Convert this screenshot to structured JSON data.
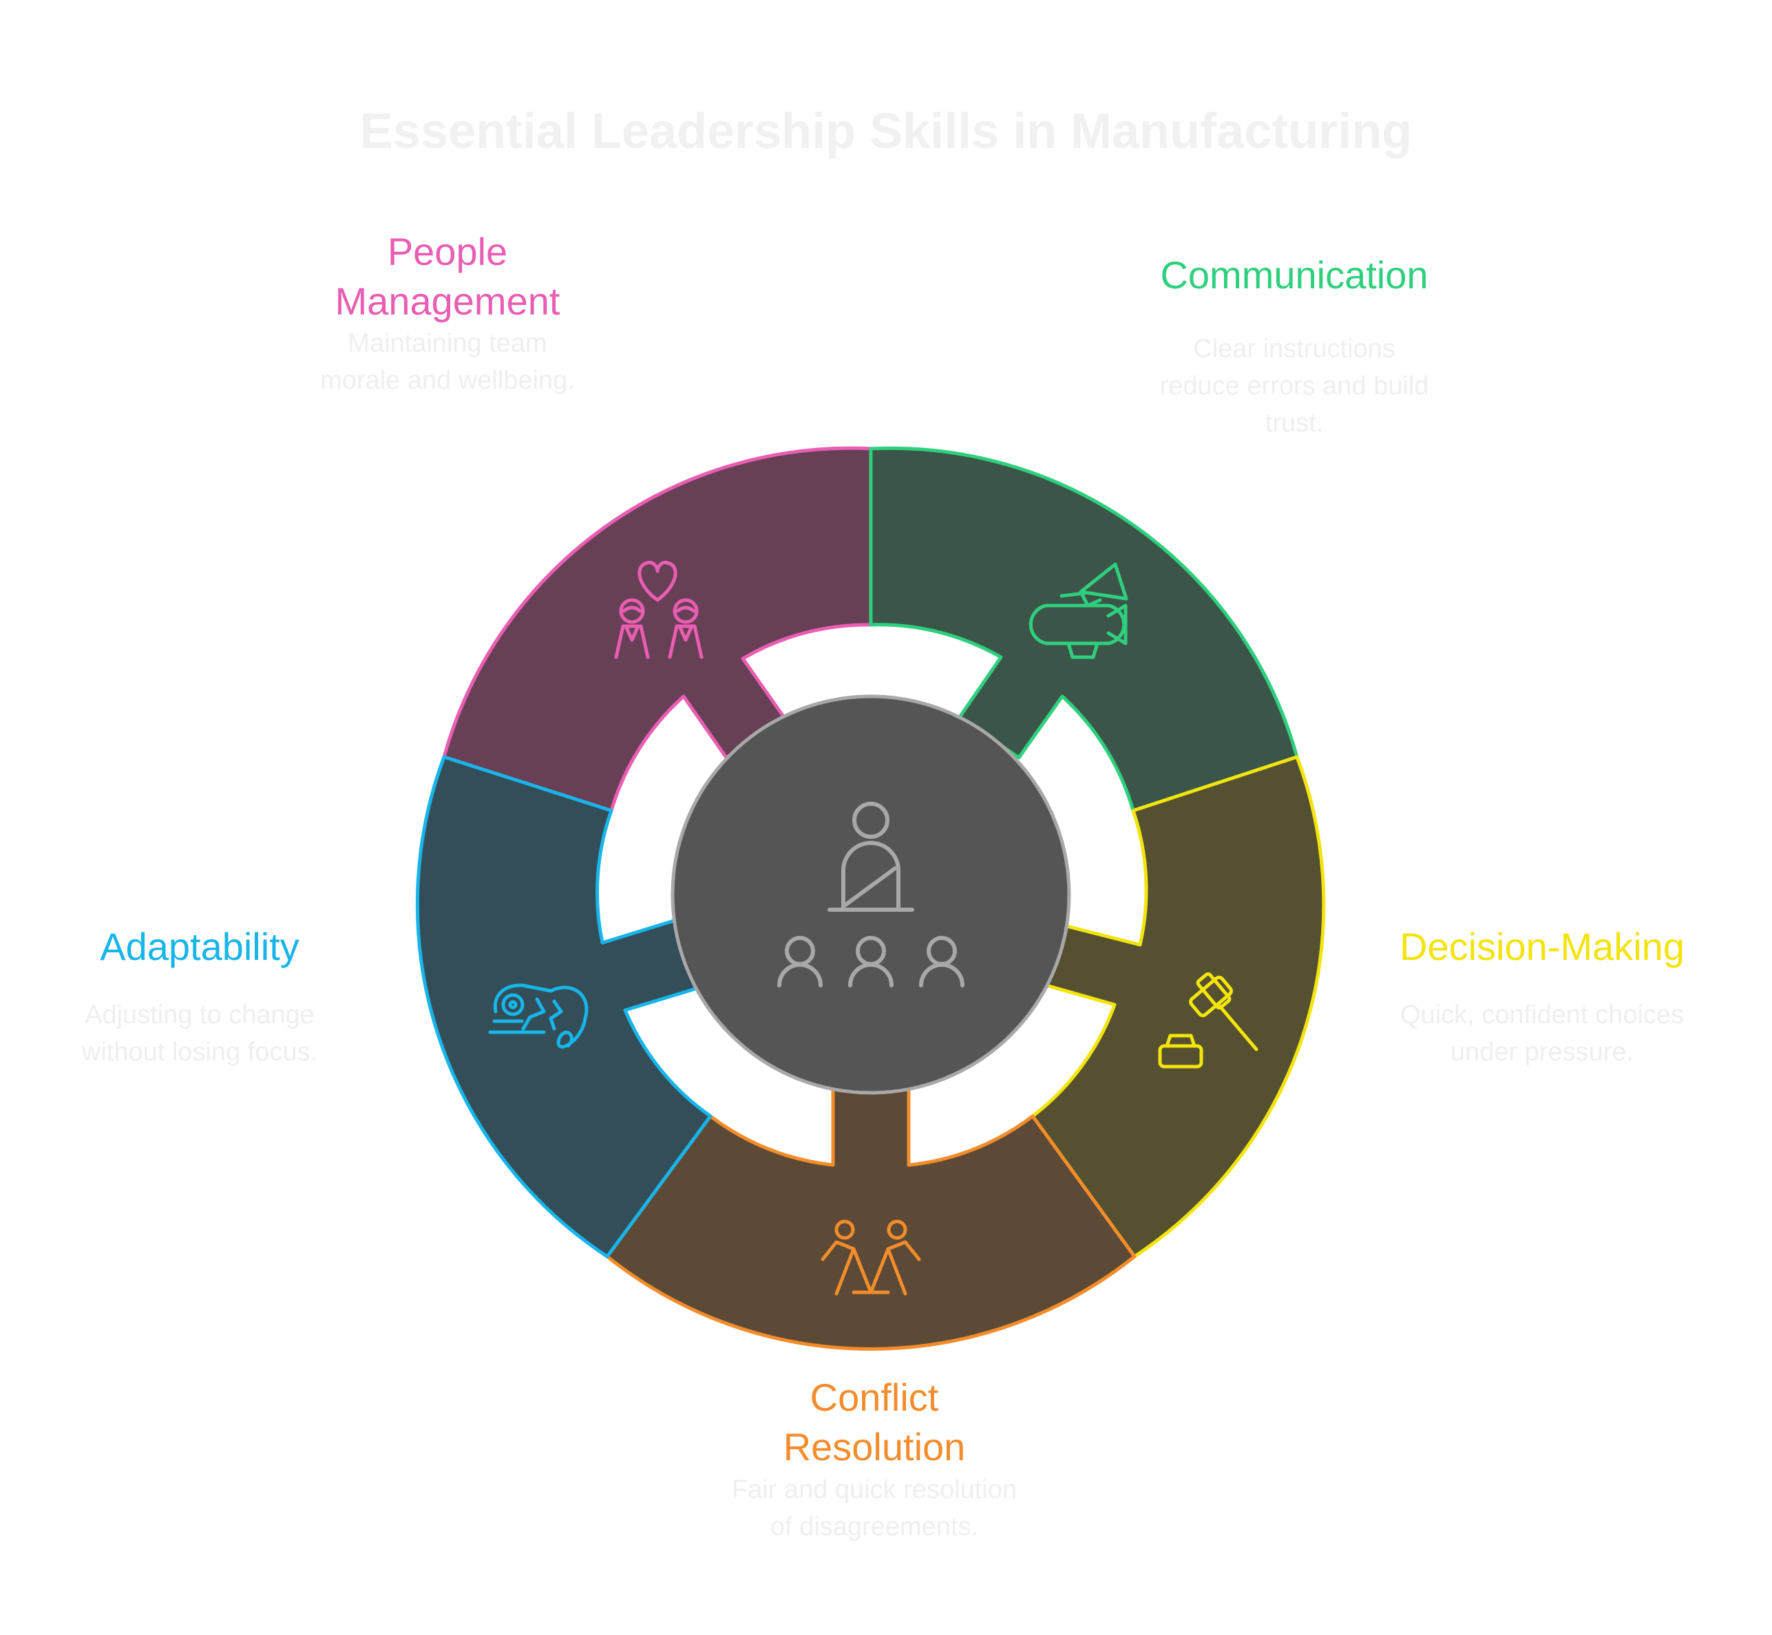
{
  "title": "Essential Leadership Skills in Manufacturing",
  "segments": [
    {
      "label_line1": "People",
      "label_line2": "Management",
      "description_line1": "Maintaining team",
      "description_line2": "morale and wellbeing.",
      "icon": "people-heart-icon",
      "stroke_color": "#e95db2",
      "fill_color": "#674055"
    },
    {
      "label_line1": "Communication",
      "label_line2": "",
      "description_line1": "Clear instructions",
      "description_line2": "reduce errors and build",
      "description_line3": "trust.",
      "icon": "megaphone-blimp-icon",
      "stroke_color": "#2fd07d",
      "fill_color": "#3b5549"
    },
    {
      "label_line1": "Decision-Making",
      "label_line2": "",
      "description_line1": "Quick, confident choices",
      "description_line2": "under pressure.",
      "icon": "gavel-icon",
      "stroke_color": "#f3e40e",
      "fill_color": "#555030"
    },
    {
      "label_line1": "Conflict",
      "label_line2": "Resolution",
      "description_line1": "Fair and quick resolution",
      "description_line2": "of disagreements.",
      "icon": "people-holding-hands-icon",
      "stroke_color": "#f38d2b",
      "fill_color": "#5d4a36"
    },
    {
      "label_line1": "Adaptability",
      "label_line2": "",
      "description_line1": "Adjusting to change",
      "description_line2": "without losing focus.",
      "icon": "chameleon-icon",
      "stroke_color": "#17b5ea",
      "fill_color": "#334e58"
    }
  ],
  "center": {
    "icon": "leader-with-team-icon",
    "fill_color": "#555555",
    "stroke_color": "#a8a8a8"
  }
}
